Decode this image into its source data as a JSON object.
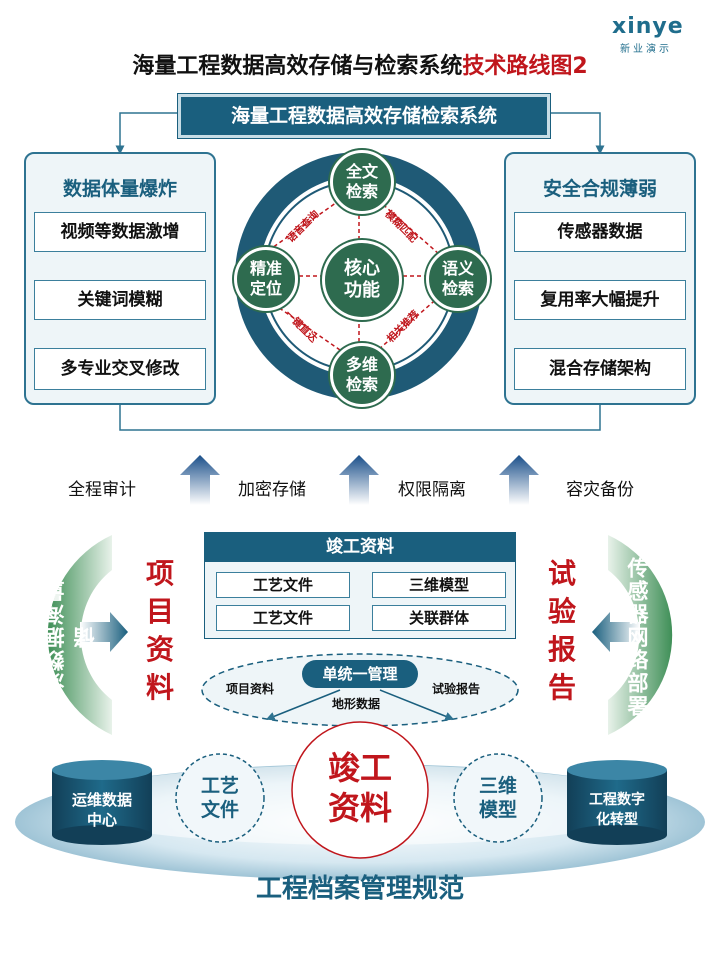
{
  "brand": {
    "logo": "xinye",
    "sub": "新业演示"
  },
  "title": {
    "main": "海量工程数据高效存储与检索系统",
    "highlight": "技术路线图2"
  },
  "system_banner": "海量工程数据高效存储检索系统",
  "left_panel": {
    "title": "数据体量爆炸",
    "items": [
      "视频等数据激增",
      "关键词模糊",
      "多专业交叉修改"
    ]
  },
  "right_panel": {
    "title": "安全合规薄弱",
    "items": [
      "传感器数据",
      "复用率大幅提升",
      "混合存储架构"
    ]
  },
  "core": {
    "center": [
      "核心",
      "功能"
    ],
    "top": [
      "全文",
      "检索"
    ],
    "right": [
      "语义",
      "检索"
    ],
    "bottom": [
      "多维",
      "检索"
    ],
    "left": [
      "精准",
      "定位"
    ],
    "links": {
      "top_left": "语音查询",
      "top_right": "模糊匹配",
      "bottom_left": "一键直达",
      "bottom_right": "相关推荐"
    }
  },
  "options": [
    "全程审计",
    "加密存储",
    "权限隔离",
    "容灾备份"
  ],
  "completion": {
    "header": "竣工资料",
    "items": [
      "工艺文件",
      "三维模型",
      "工艺文件",
      "关联群体"
    ]
  },
  "left_vertical": "项目资料",
  "right_vertical": "试验报告",
  "left_arc": "监测数据海量存储",
  "right_arc": "传感器网络部署",
  "unified": {
    "label": "单统一管理",
    "left": "项目资料",
    "center": "地形数据",
    "right": "试验报告"
  },
  "base": {
    "db_left": [
      "运维数据",
      "中心"
    ],
    "db_right": [
      "工程数字",
      "化转型"
    ],
    "bubble_left": [
      "工艺",
      "文件"
    ],
    "center": [
      "竣工",
      "资料"
    ],
    "bubble_right": [
      "三维",
      "模型"
    ],
    "title": "工程档案管理规范"
  },
  "colors": {
    "primary": "#1a5f7e",
    "accent_red": "#c0161c",
    "circle_dark": "#1f5a76",
    "node_green": "#2e6b4f",
    "arc_green": "#4e9e63"
  }
}
